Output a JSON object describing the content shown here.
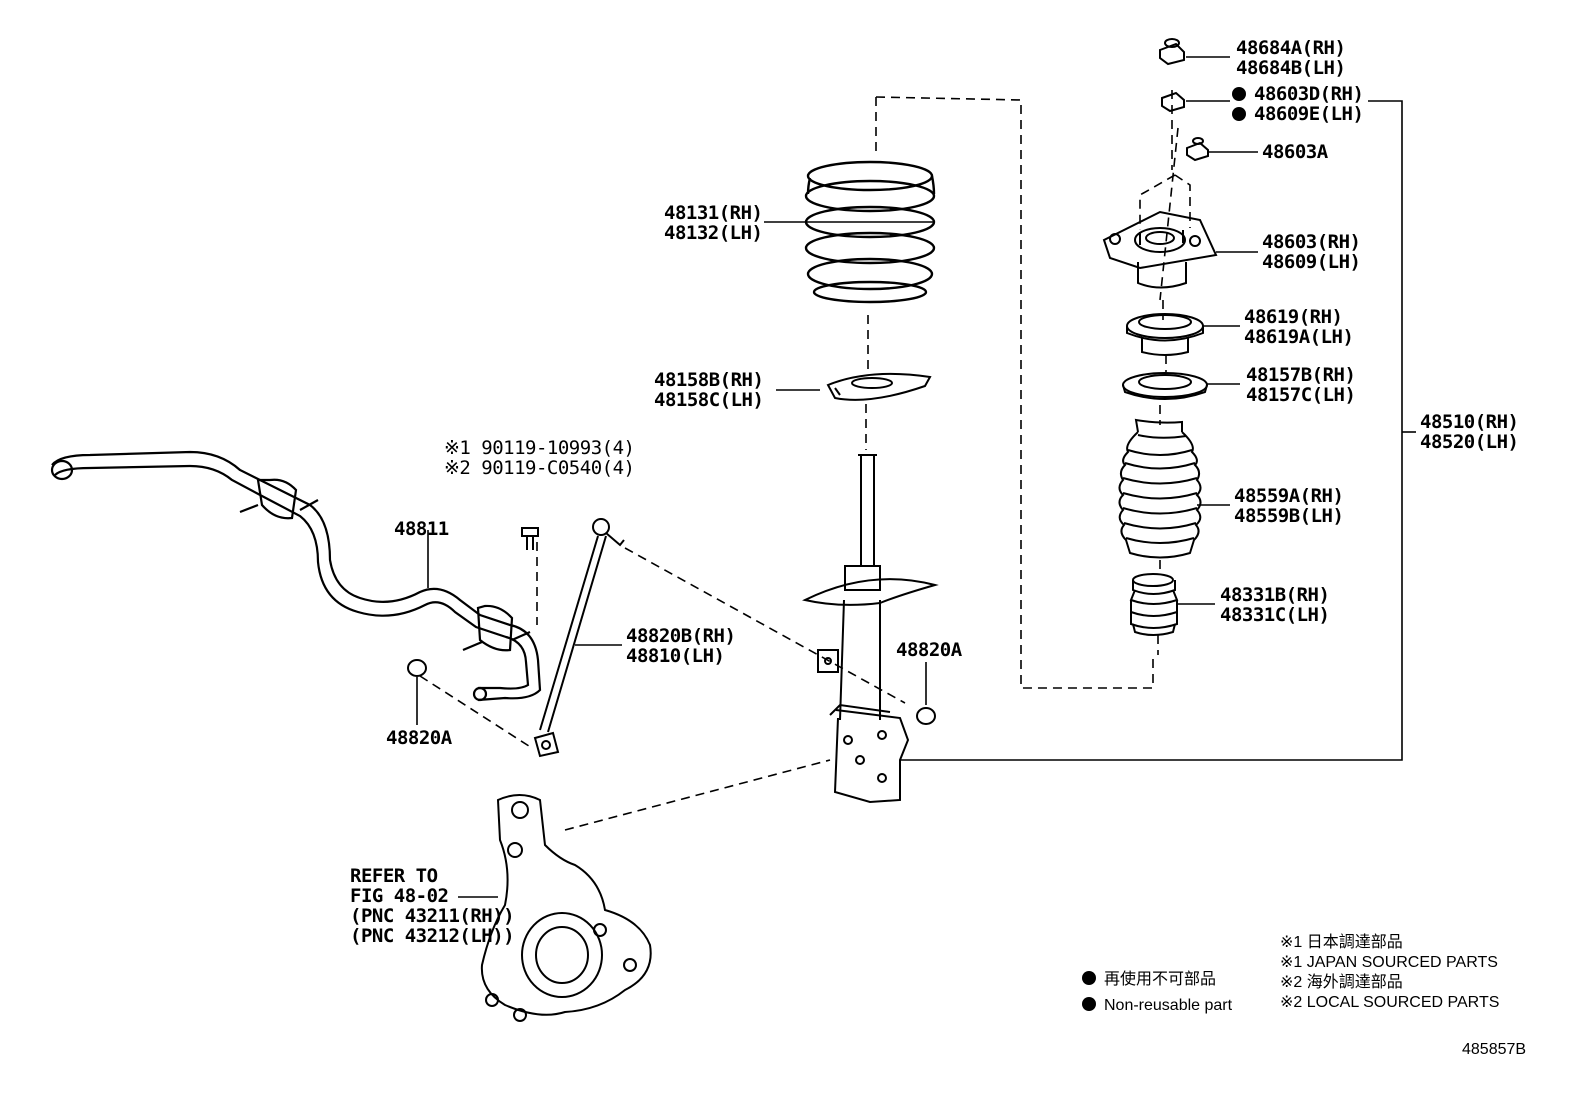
{
  "labels": {
    "nut_48684": [
      "48684A(RH)",
      "48684B(LH)"
    ],
    "nut_48603d": [
      "48603D(RH)",
      "48609E(LH)"
    ],
    "nut_48603a": [
      "48603A"
    ],
    "spring": [
      "48131(RH)",
      "48132(LH)"
    ],
    "support": [
      "48603(RH)",
      "48609(LH)"
    ],
    "bearing": [
      "48619(RH)",
      "48619A(LH)"
    ],
    "seat_upper": [
      "48157B(RH)",
      "48157C(LH)"
    ],
    "insulator": [
      "48158B(RH)",
      "48158C(LH)"
    ],
    "strut": [
      "48510(RH)",
      "48520(LH)"
    ],
    "boot": [
      "48559A(RH)",
      "48559B(LH)"
    ],
    "bumper": [
      "48331B(RH)",
      "48331C(LH)"
    ],
    "bolt": [
      "※1 90119-10993(4)",
      "※2 90119-C0540(4)"
    ],
    "stabilizer_bar": [
      "48811"
    ],
    "link": [
      "48820B(RH)",
      "48810(LH)"
    ],
    "nut_right": [
      "48820A"
    ],
    "nut_left": [
      "48820A"
    ],
    "refer": [
      "REFER TO",
      "FIG 48-02",
      "(PNC 43211(RH))",
      "(PNC 43212(LH))"
    ]
  },
  "legend": {
    "non_reusable_jp": "再使用不可部品",
    "non_reusable_en": "Non-reusable part",
    "notes": [
      "※1 日本調達部品",
      "※1 JAPAN SOURCED PARTS",
      "※2 海外調達部品",
      "※2 LOCAL SOURCED PARTS"
    ]
  },
  "figure_number": "485857B"
}
